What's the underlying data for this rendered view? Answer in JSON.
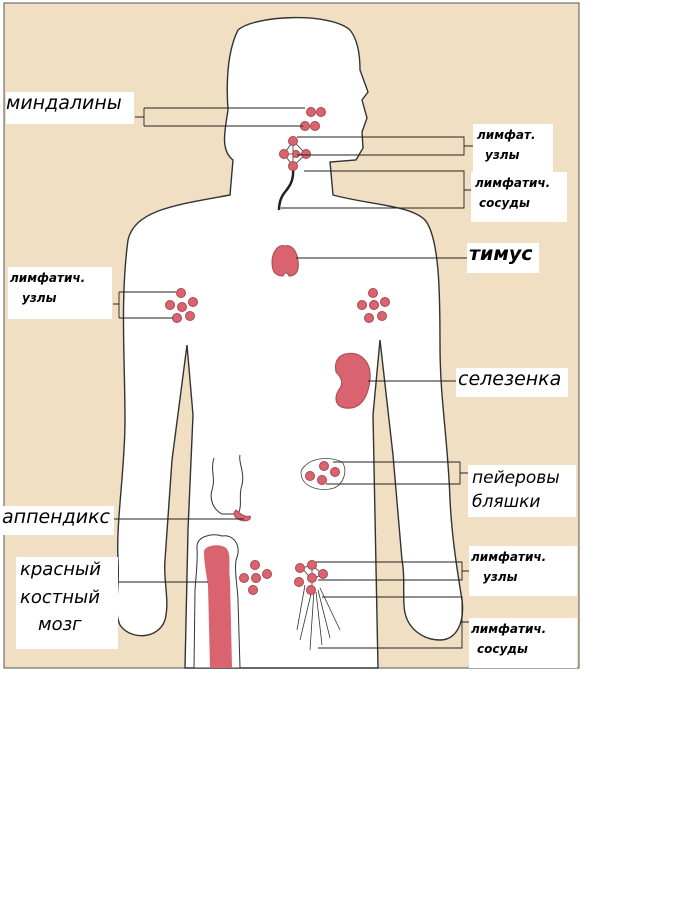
{
  "labels": {
    "tonsils": "миндалины",
    "neck_nodes": [
      "лимфат.",
      "узлы"
    ],
    "neck_vessels": [
      "лимфатич.",
      "сосуды"
    ],
    "thymus": "тимус",
    "armpit_nodes": [
      "лимфатич.",
      "узлы"
    ],
    "spleen": "селезенка",
    "peyer": [
      "пейеровы",
      "бляшки"
    ],
    "appendix": "аппендикс",
    "marrow": [
      "красный",
      "костный",
      "мозг"
    ],
    "groin_nodes": [
      "лимфатич.",
      "узлы"
    ],
    "groin_vessels": [
      "лимфатич.",
      "сосуды"
    ]
  },
  "colors": {
    "background": "#f0dfc2",
    "body": "#ffffff",
    "organ": "#d9636e",
    "outline": "#333333"
  }
}
